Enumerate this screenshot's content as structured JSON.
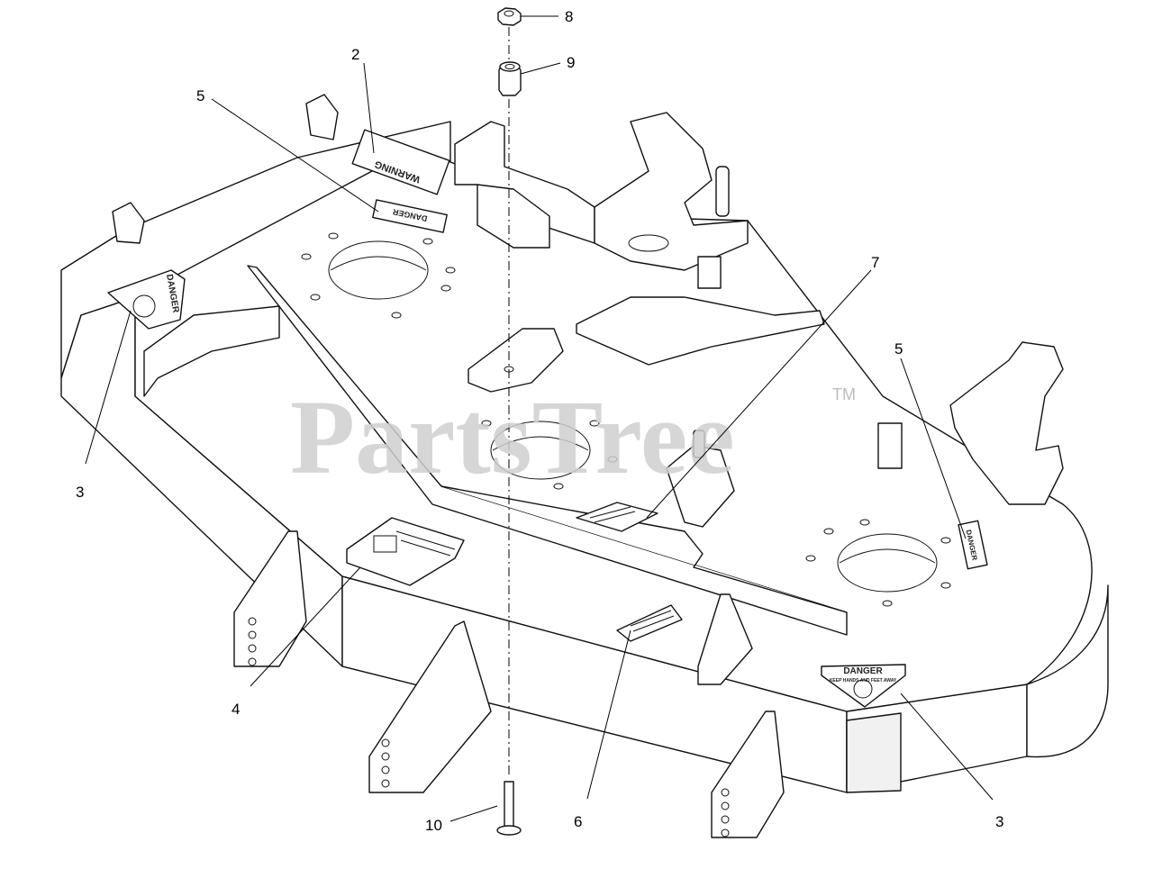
{
  "watermark": {
    "text": "PartsTree",
    "trademark": "TM"
  },
  "callouts": [
    {
      "id": "c2",
      "label": "2"
    },
    {
      "id": "c3a",
      "label": "3"
    },
    {
      "id": "c3b",
      "label": "3"
    },
    {
      "id": "c4",
      "label": "4"
    },
    {
      "id": "c5a",
      "label": "5"
    },
    {
      "id": "c5b",
      "label": "5"
    },
    {
      "id": "c6",
      "label": "6"
    },
    {
      "id": "c7",
      "label": "7"
    },
    {
      "id": "c8",
      "label": "8"
    },
    {
      "id": "c9",
      "label": "9"
    },
    {
      "id": "c10",
      "label": "10"
    }
  ],
  "decals": {
    "warning": "WARNING",
    "danger_small": "DANGER",
    "danger_large": "DANGER",
    "keep_hands": "KEEP HANDS AND FEET AWAY"
  }
}
